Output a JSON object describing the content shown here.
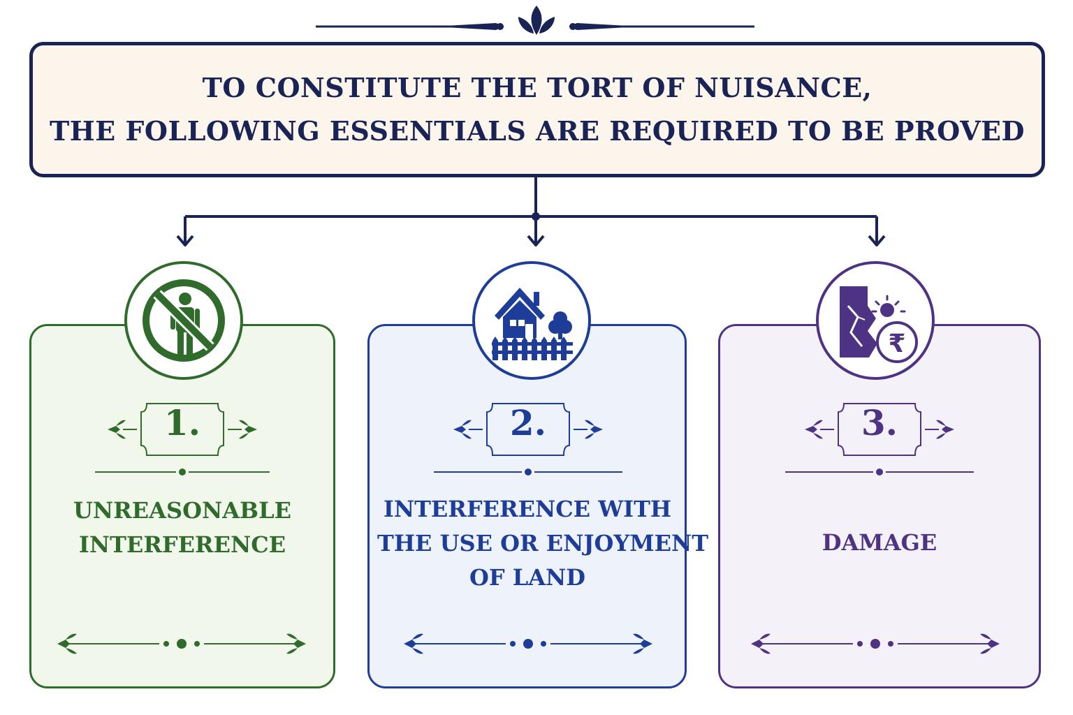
{
  "header": {
    "line1": "TO CONSTITUTE THE TORT OF NUISANCE,",
    "line2": "THE FOLLOWING ESSENTIALS ARE REQUIRED TO BE PROVED"
  },
  "colors": {
    "navy": "#1a2355",
    "header_bg": "#fcf5ec",
    "green": "#2f6b2b",
    "blue": "#1d3d99",
    "purple": "#4e3384"
  },
  "essentials": [
    {
      "number": "1.",
      "label_lines": [
        "UNREASONABLE",
        "INTERFERENCE"
      ],
      "icon": "no-person-icon",
      "color": "#2f6b2b"
    },
    {
      "number": "2.",
      "label_lines": [
        "INTERFERENCE WITH",
        "THE USE OR ENJOYMENT",
        "OF LAND"
      ],
      "icon": "house-fence-tree-icon",
      "color": "#1d3d99"
    },
    {
      "number": "3.",
      "label_lines": [
        "DAMAGE"
      ],
      "icon": "cracked-wall-rupee-icon",
      "color": "#4e3384"
    }
  ]
}
